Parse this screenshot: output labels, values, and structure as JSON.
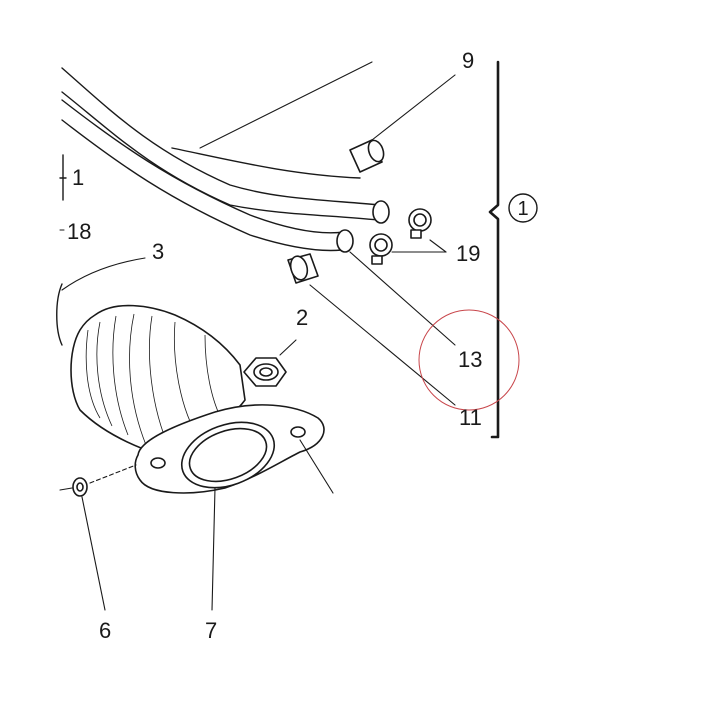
{
  "callouts": {
    "c1": "1",
    "c2": "2",
    "c3": "3",
    "c6": "6",
    "c7": "7",
    "c9": "9",
    "c11": "11",
    "c13": "13",
    "c18": "18",
    "c19": "19"
  },
  "assembly_badge": "1",
  "highlight_circle_color": "#c8464b",
  "line_color": "#1a1a1a"
}
